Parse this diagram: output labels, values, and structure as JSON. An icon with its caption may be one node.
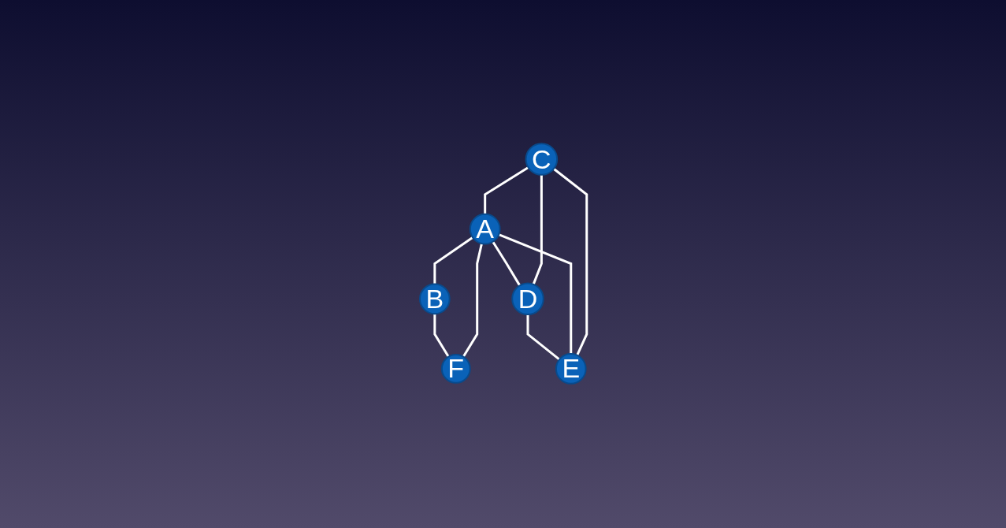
{
  "diagram": {
    "nodes": [
      {
        "text": [
          "C"
        ]
      },
      {
        "text": [
          "A"
        ]
      },
      {
        "text": [
          "B"
        ]
      },
      {
        "text": [
          "D"
        ]
      },
      {
        "text": [
          "E"
        ]
      },
      {
        "text": [
          "F"
        ]
      }
    ],
    "edges": [
      {
        "from": 0,
        "to": 1,
        "arrow": "none"
      },
      {
        "from": 1,
        "to": 2,
        "arrow": "none"
      },
      {
        "from": 0,
        "to": 3,
        "arrow": "none"
      },
      {
        "from": 0,
        "to": 4,
        "arrow": "none"
      },
      {
        "from": 1,
        "to": 3,
        "arrow": "none"
      },
      {
        "from": 1,
        "to": 4,
        "arrow": "none"
      },
      {
        "from": 1,
        "to": 5,
        "arrow": "none"
      },
      {
        "from": 2,
        "to": 5,
        "arrow": "none"
      },
      {
        "from": 3,
        "to": 4,
        "arrow": "none"
      }
    ]
  }
}
